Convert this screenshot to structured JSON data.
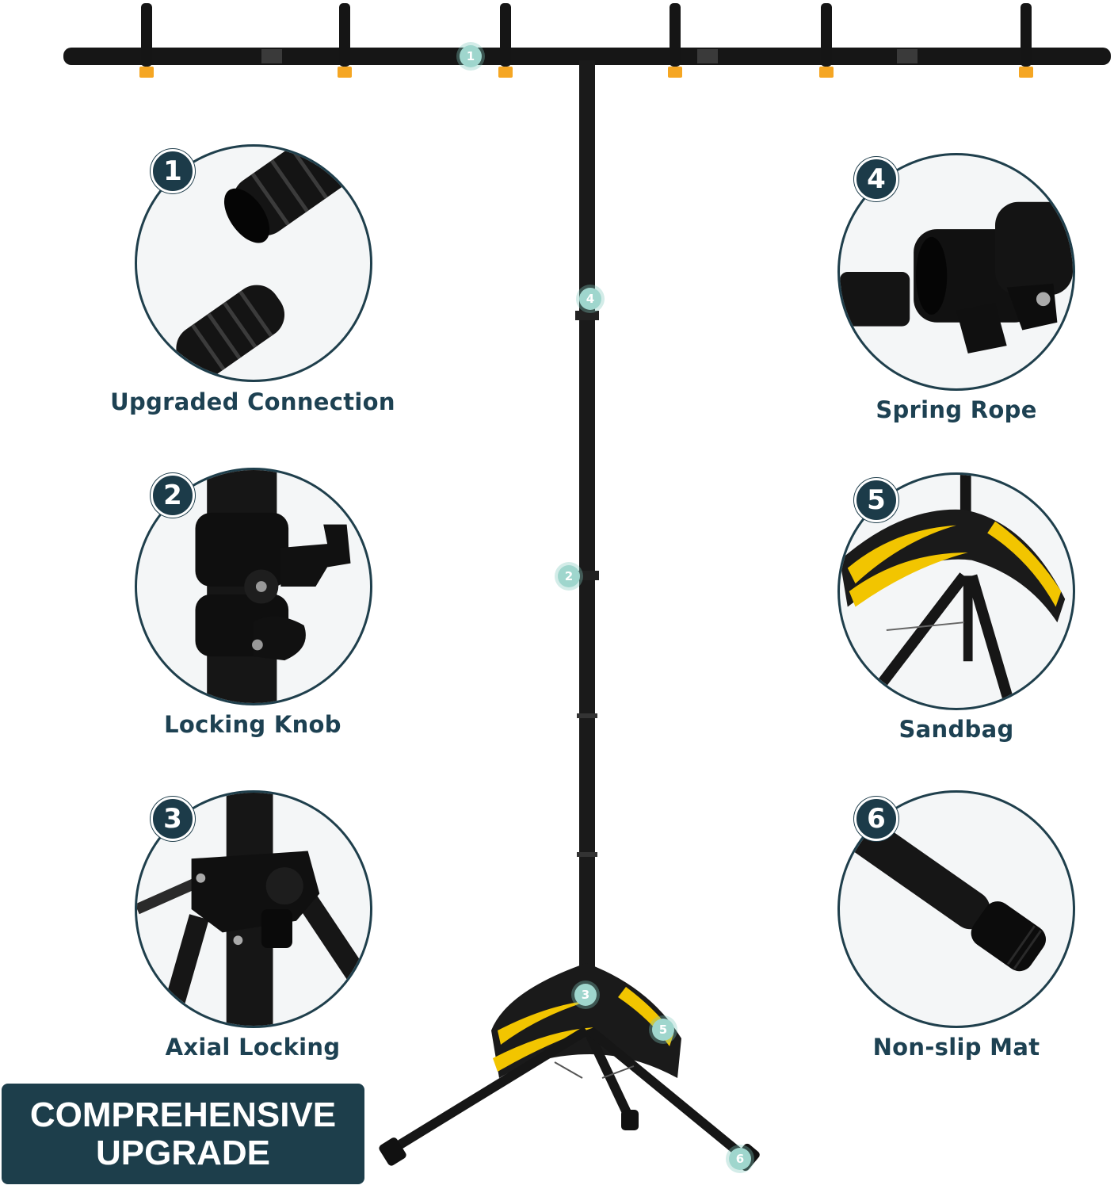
{
  "features": [
    {
      "number": "1",
      "label": "Upgraded Connection",
      "icon": "tube-connection-icon"
    },
    {
      "number": "2",
      "label": "Locking Knob",
      "icon": "locking-knob-icon"
    },
    {
      "number": "3",
      "label": "Axial Locking",
      "icon": "axial-lock-icon"
    },
    {
      "number": "4",
      "label": "Spring Rope",
      "icon": "spring-clamp-icon"
    },
    {
      "number": "5",
      "label": "Sandbag",
      "icon": "sandbag-icon"
    },
    {
      "number": "6",
      "label": "Non-slip Mat",
      "icon": "rubber-foot-icon"
    }
  ],
  "markers": [
    "1",
    "4",
    "2",
    "3",
    "5",
    "6"
  ],
  "banner": {
    "line1": "COMPREHENSIVE",
    "line2": "UPGRADE"
  },
  "colors": {
    "navy": "#1d3e4b",
    "marker": "#9fd6cd",
    "clip_orange": "#f5a623",
    "sandbag_yellow": "#f2c500"
  }
}
